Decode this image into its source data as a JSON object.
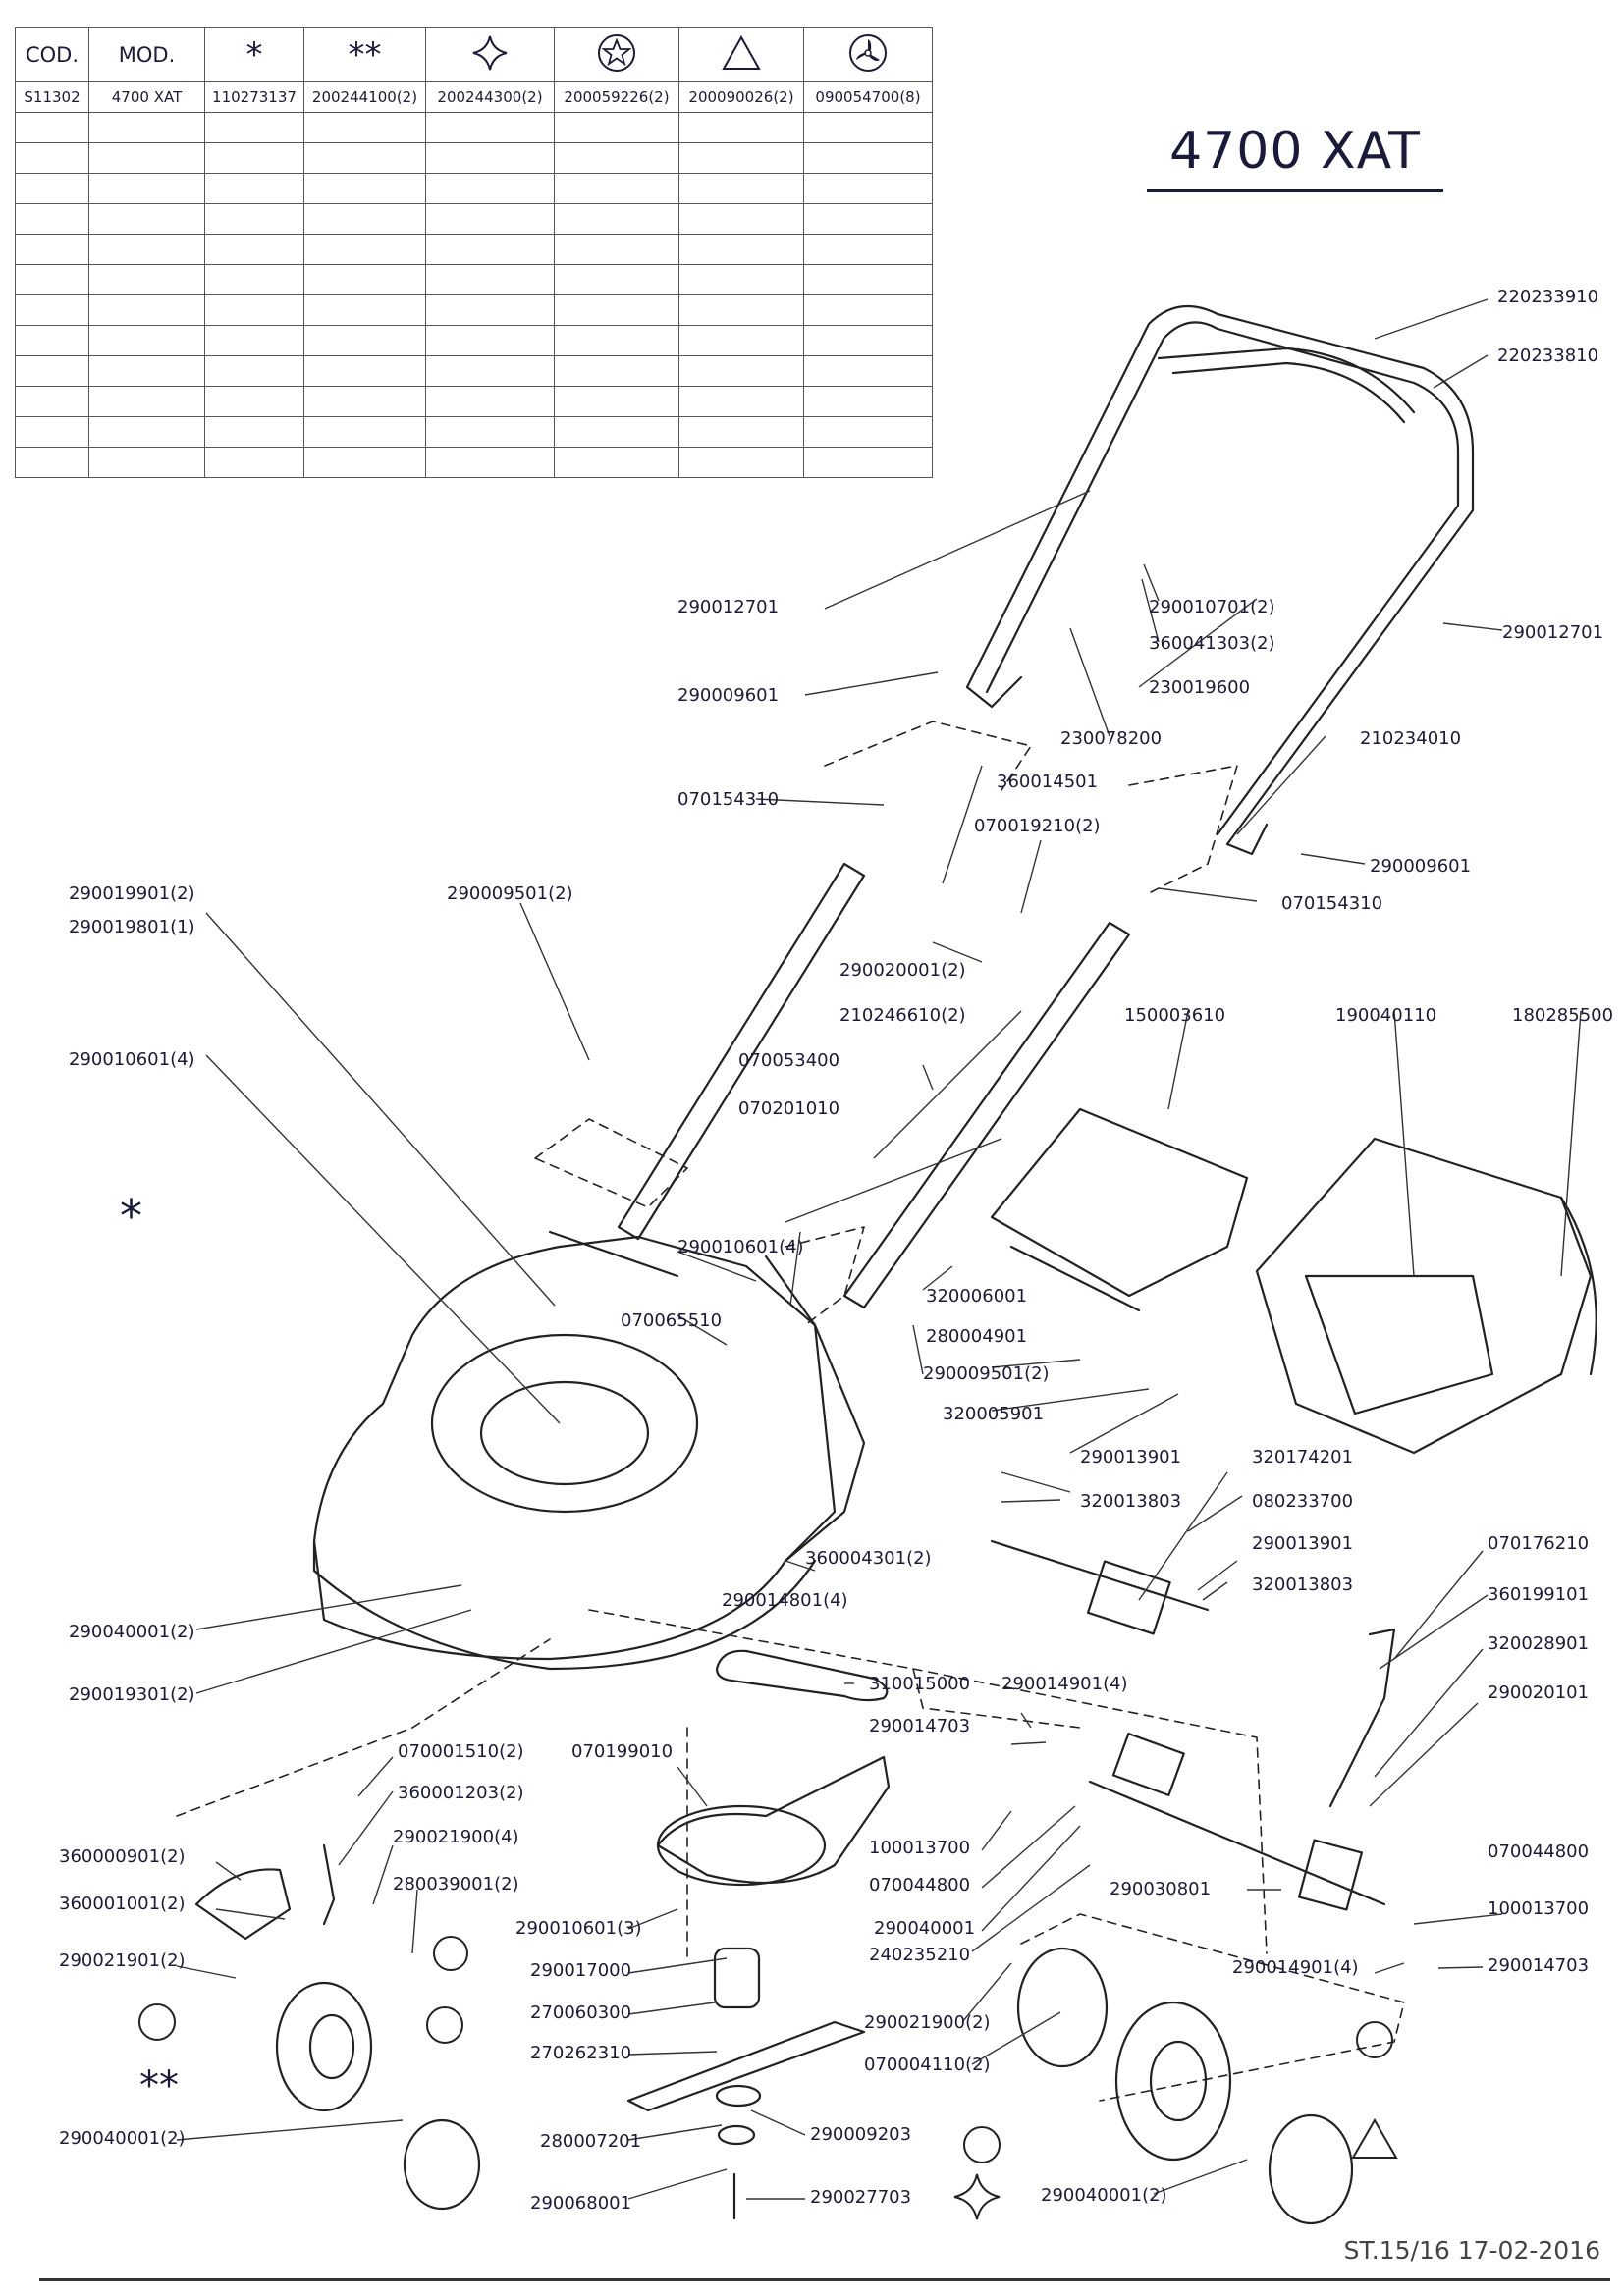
{
  "table": {
    "headers": [
      "COD.",
      "MOD.",
      "*",
      "**",
      "",
      "",
      "",
      ""
    ],
    "header_icons": [
      "",
      "",
      "",
      "",
      "four-point-star-icon",
      "circled-star-icon",
      "triangle-icon",
      "circled-tri-blade-icon"
    ],
    "row": [
      "S11302",
      "4700 XAT",
      "110273137",
      "200244100(2)",
      "200244300(2)",
      "200059226(2)",
      "200090026(2)",
      "090054700(8)"
    ],
    "empty_rows": 12
  },
  "model_title": "4700 XAT",
  "footer": "ST.15/16  17-02-2016",
  "symbols": {
    "single_star": "*",
    "double_star": "**"
  },
  "labels": [
    {
      "id": "l1",
      "text": "220233910"
    },
    {
      "id": "l2",
      "text": "220233810"
    },
    {
      "id": "l3",
      "text": "290012701"
    },
    {
      "id": "l4",
      "text": "290010701(2)"
    },
    {
      "id": "l5",
      "text": "360041303(2)"
    },
    {
      "id": "l6",
      "text": "290012701"
    },
    {
      "id": "l7",
      "text": "230019600"
    },
    {
      "id": "l8",
      "text": "290009601"
    },
    {
      "id": "l9",
      "text": "230078200"
    },
    {
      "id": "l10",
      "text": "210234010"
    },
    {
      "id": "l11",
      "text": "070154310"
    },
    {
      "id": "l12",
      "text": "360014501"
    },
    {
      "id": "l13",
      "text": "070019210(2)"
    },
    {
      "id": "l14",
      "text": "290009601"
    },
    {
      "id": "l15",
      "text": "070154310"
    },
    {
      "id": "l16",
      "text": "290019901(2)"
    },
    {
      "id": "l17",
      "text": "290019801(1)"
    },
    {
      "id": "l18",
      "text": "290009501(2)"
    },
    {
      "id": "l19",
      "text": "290020001(2)"
    },
    {
      "id": "l20",
      "text": "210246610(2)"
    },
    {
      "id": "l21",
      "text": "150003610"
    },
    {
      "id": "l22",
      "text": "190040110"
    },
    {
      "id": "l23",
      "text": "180285500"
    },
    {
      "id": "l24",
      "text": "290010601(4)"
    },
    {
      "id": "l25",
      "text": "070053400"
    },
    {
      "id": "l26",
      "text": "070201010"
    },
    {
      "id": "l27",
      "text": "290010601(4)"
    },
    {
      "id": "l28",
      "text": "320006001"
    },
    {
      "id": "l29",
      "text": "280004901"
    },
    {
      "id": "l30",
      "text": "070065510"
    },
    {
      "id": "l31",
      "text": "290009501(2)"
    },
    {
      "id": "l32",
      "text": "320005901"
    },
    {
      "id": "l33",
      "text": "290013901"
    },
    {
      "id": "l34",
      "text": "320174201"
    },
    {
      "id": "l35",
      "text": "320013803"
    },
    {
      "id": "l36",
      "text": "080233700"
    },
    {
      "id": "l37",
      "text": "290013901"
    },
    {
      "id": "l38",
      "text": "360004301(2)"
    },
    {
      "id": "l39",
      "text": "290014801(4)"
    },
    {
      "id": "l40",
      "text": "320013803"
    },
    {
      "id": "l41",
      "text": "070176210"
    },
    {
      "id": "l42",
      "text": "360199101"
    },
    {
      "id": "l43",
      "text": "290040001(2)"
    },
    {
      "id": "l44",
      "text": "320028901"
    },
    {
      "id": "l45",
      "text": "310015000"
    },
    {
      "id": "l46",
      "text": "290014901(4)"
    },
    {
      "id": "l47",
      "text": "290019301(2)"
    },
    {
      "id": "l48",
      "text": "290014703"
    },
    {
      "id": "l49",
      "text": "290020101"
    },
    {
      "id": "l50",
      "text": "070199010"
    },
    {
      "id": "l51",
      "text": "070001510(2)"
    },
    {
      "id": "l52",
      "text": "360001203(2)"
    },
    {
      "id": "l53",
      "text": "100013700"
    },
    {
      "id": "l54",
      "text": "070044800"
    },
    {
      "id": "l55",
      "text": "290021900(4)"
    },
    {
      "id": "l56",
      "text": "070044800"
    },
    {
      "id": "l57",
      "text": "360000901(2)"
    },
    {
      "id": "l58",
      "text": "280039001(2)"
    },
    {
      "id": "l59",
      "text": "290030801"
    },
    {
      "id": "l60",
      "text": "290040001"
    },
    {
      "id": "l61",
      "text": "360001001(2)"
    },
    {
      "id": "l62",
      "text": "100013700"
    },
    {
      "id": "l63",
      "text": "290010601(3)"
    },
    {
      "id": "l64",
      "text": "240235210"
    },
    {
      "id": "l65",
      "text": "290021901(2)"
    },
    {
      "id": "l66",
      "text": "290014901(4)"
    },
    {
      "id": "l67",
      "text": "290014703"
    },
    {
      "id": "l68",
      "text": "290017000"
    },
    {
      "id": "l69",
      "text": "270060300"
    },
    {
      "id": "l70",
      "text": "290021900(2)"
    },
    {
      "id": "l71",
      "text": "270262310"
    },
    {
      "id": "l72",
      "text": "070004110(2)"
    },
    {
      "id": "l73",
      "text": "290040001(2)"
    },
    {
      "id": "l74",
      "text": "280007201"
    },
    {
      "id": "l75",
      "text": "290009203"
    },
    {
      "id": "l76",
      "text": "290040001(2)"
    },
    {
      "id": "l77",
      "text": "290068001"
    },
    {
      "id": "l78",
      "text": "290027703"
    }
  ]
}
